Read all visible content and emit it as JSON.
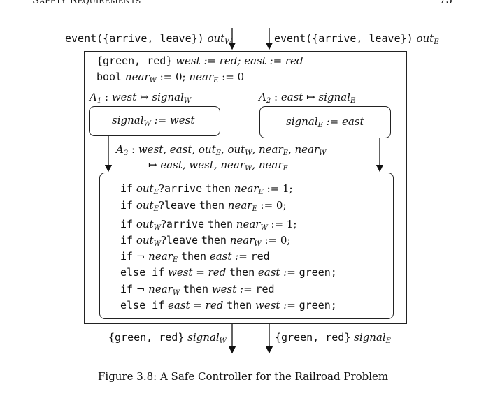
{
  "page": {
    "running_header": "Safety Requirements",
    "page_number": "75"
  },
  "inputs": {
    "west": {
      "prefix": "event({arrive, leave})",
      "var": "out",
      "sub": "W"
    },
    "east": {
      "prefix": "event({arrive, leave})",
      "var": "out",
      "sub": "E"
    }
  },
  "declarations": {
    "line1": {
      "type": "{green, red}",
      "rest": "west := red;  east := red"
    },
    "line2": {
      "type": "bool",
      "var1": "near",
      "sub1": "W",
      "val1": ":= 0;",
      "var2": "near",
      "sub2": "E",
      "val2": ":= 0"
    }
  },
  "tasks": {
    "a1": {
      "name": "A",
      "sub": "1",
      "src": "west",
      "dst": "signal",
      "dst_sub": "W",
      "body_var": "signal",
      "body_sub": "W",
      "body_rhs": ":= west"
    },
    "a2": {
      "name": "A",
      "sub": "2",
      "src": "east",
      "dst": "signal",
      "dst_sub": "E",
      "body_var": "signal",
      "body_sub": "E",
      "body_rhs": ":= east"
    },
    "a3": {
      "name": "A",
      "sub": "3",
      "read": "west, east, out",
      "read_sub1": "E",
      "read_mid": ", out",
      "read_sub2": "W",
      "read_mid2": ", near",
      "read_sub3": "E",
      "read_mid3": ", near",
      "read_sub4": "W",
      "write": "↦ east, west, near",
      "write_sub1": "W",
      "write_mid": ", near",
      "write_sub2": "E"
    }
  },
  "code": [
    {
      "kw1": "if",
      "var": "out",
      "sub": "E",
      "q": "?",
      "msg": "arrive",
      "kw2": "then",
      "lhs": "near",
      "lsub": "E",
      "rhs": ":= 1;"
    },
    {
      "kw1": "if",
      "var": "out",
      "sub": "E",
      "q": "?",
      "msg": "leave",
      "kw2": "then",
      "lhs": "near",
      "lsub": "E",
      "rhs": ":= 0;"
    },
    {
      "kw1": "if",
      "var": "out",
      "sub": "W",
      "q": "?",
      "msg": "arrive",
      "kw2": "then",
      "lhs": "near",
      "lsub": "W",
      "rhs": ":= 1;"
    },
    {
      "kw1": "if",
      "var": "out",
      "sub": "W",
      "q": "?",
      "msg": "leave",
      "kw2": "then",
      "lhs": "near",
      "lsub": "W",
      "rhs": ":= 0;"
    }
  ],
  "code2": {
    "l5": {
      "kw": "if",
      "neg": "¬ near",
      "sub": "E",
      "kw2": "then",
      "rest": "east :=",
      "val": "red"
    },
    "l6": {
      "kw": "else if",
      "rest": "west = red",
      "kw2": "then",
      "rest2": "east :=",
      "val": "green;"
    },
    "l7": {
      "kw": "if",
      "neg": "¬ near",
      "sub": "W",
      "kw2": "then",
      "rest": "west :=",
      "val": "red"
    },
    "l8": {
      "kw": "else if",
      "rest": "east = red",
      "kw2": "then",
      "rest2": "west :=",
      "val": "green;"
    }
  },
  "outputs": {
    "west": {
      "type": "{green, red}",
      "var": "signal",
      "sub": "W"
    },
    "east": {
      "type": "{green, red}",
      "var": "signal",
      "sub": "E"
    }
  },
  "caption": "Figure 3.8: A Safe Controller for the Railroad Problem"
}
